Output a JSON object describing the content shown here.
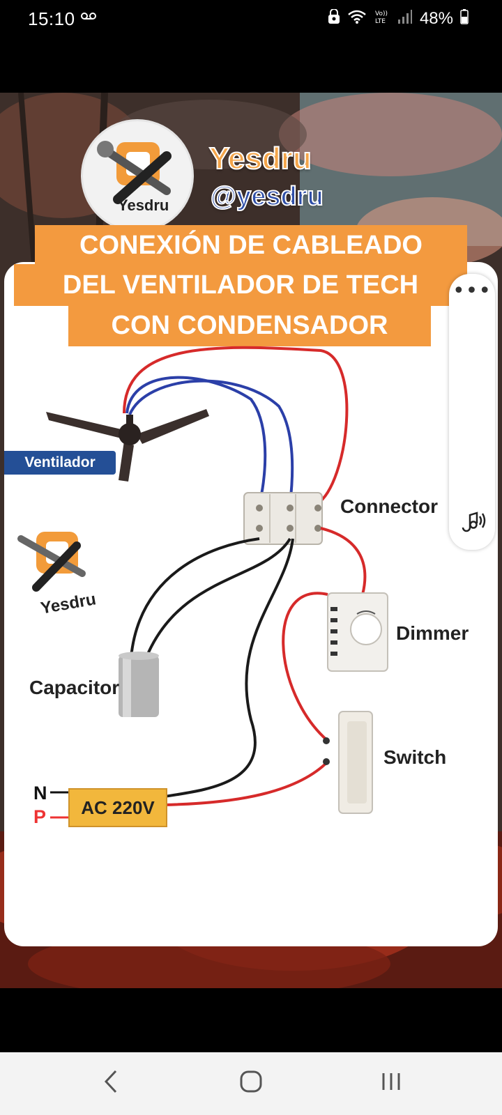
{
  "status_bar": {
    "time": "15:10",
    "battery_percent": "48%",
    "icons": [
      "voicemail-icon",
      "alarm-lock-icon",
      "wifi-icon",
      "volte-icon",
      "signal-icon",
      "battery-icon"
    ]
  },
  "post": {
    "brand_name": "Yesdru",
    "handle": "@yesdru",
    "logo_text": "Yesdru",
    "title_lines": [
      "CONEXIÓN DE CABLEADO",
      "DEL VENTILADOR DE TECH",
      "CON CONDENSADOR"
    ],
    "labels": {
      "ventilador": "Ventilador",
      "connector": "Connector",
      "dimmer": "Dimmer",
      "capacitor": "Capacitor",
      "switch": "Switch",
      "ac_source": "AC 220V",
      "neutral": "N",
      "phase": "P",
      "watermark": "Yesdru"
    },
    "wire_colors": {
      "red": "#d62a2a",
      "blue": "#2b3fa8",
      "black": "#1a1a1a"
    }
  },
  "side_panel": {
    "more_label": "•••",
    "icons": [
      "more-options-icon",
      "sound-icon"
    ]
  },
  "nav_bar": {
    "buttons": [
      "back-icon",
      "home-icon",
      "recents-icon"
    ]
  },
  "accent_colors": {
    "title_orange": "#f39a3f",
    "tag_blue": "#244f96",
    "ac_yellow": "#f2b73c"
  }
}
